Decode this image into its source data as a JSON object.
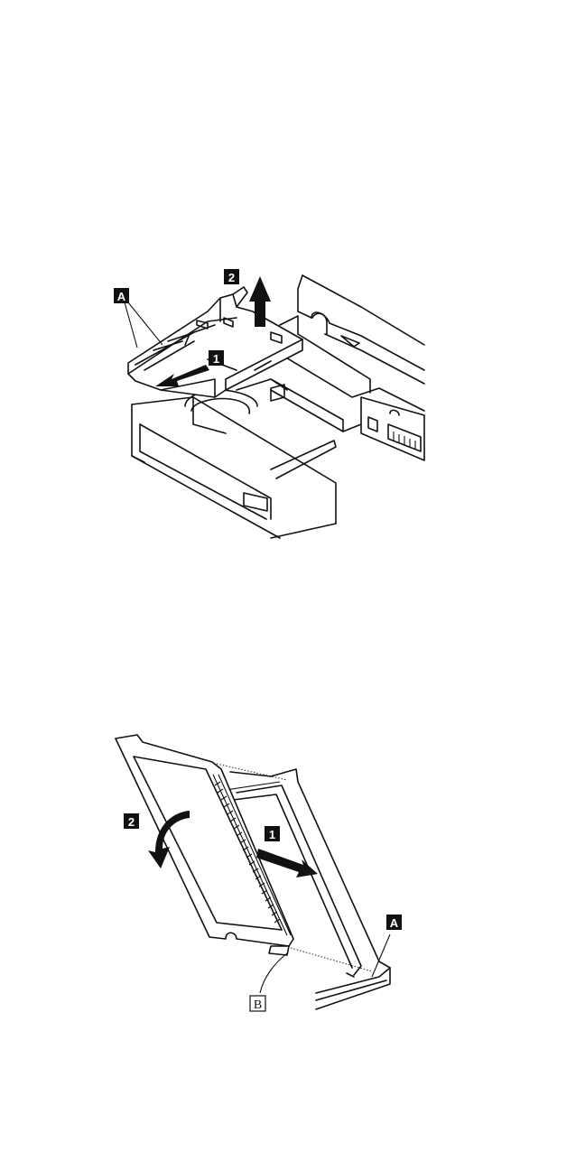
{
  "figure1": {
    "callouts": {
      "step1": "1",
      "step2": "2",
      "latchA": "A"
    }
  },
  "figure2": {
    "callouts": {
      "step1": "1",
      "step2": "2",
      "slotA": "A",
      "notchB": "B"
    }
  }
}
